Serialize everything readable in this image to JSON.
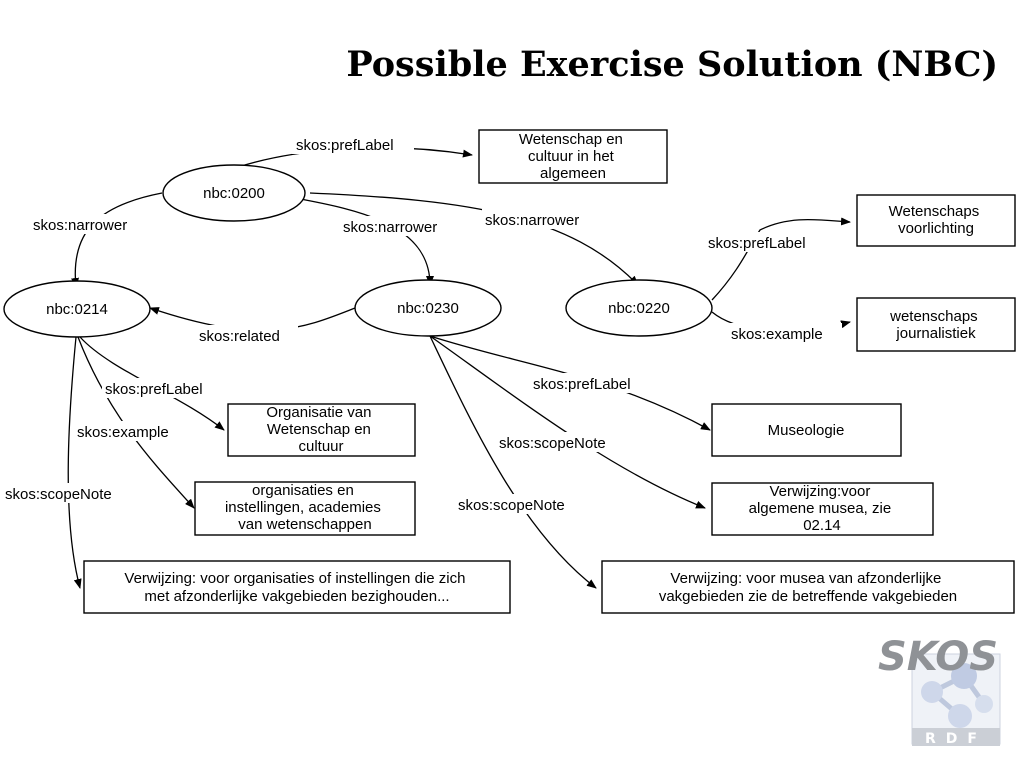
{
  "title": "Possible Exercise Solution (NBC)",
  "nodes": {
    "n0200": "nbc:0200",
    "n0214": "nbc:0214",
    "n0230": "nbc:0230",
    "n0220": "nbc:0220"
  },
  "boxes": {
    "b_wetcult": [
      "Wetenschap en",
      "cultuur in het",
      "algemeen"
    ],
    "b_wetvoor": [
      "Wetenschaps",
      "voorlichting"
    ],
    "b_wetjour": [
      "wetenschaps",
      "journalistiek"
    ],
    "b_orgwet": [
      "Organisatie van",
      "Wetenschap en",
      "cultuur"
    ],
    "b_orginst": [
      "organisaties en",
      "instellingen, academies",
      "van wetenschappen"
    ],
    "b_verw214": [
      "Verwijzing: voor organisaties of instellingen die zich",
      "met afzonderlijke vakgebieden bezighouden..."
    ],
    "b_museo": [
      "Museologie"
    ],
    "b_verwmus": [
      "Verwijzing:voor",
      "algemene musea, zie",
      "02.14"
    ],
    "b_verw230": [
      "Verwijzing: voor musea van afzonderlijke",
      "vakgebieden zie de betreffende vakgebieden"
    ]
  },
  "edges": {
    "e1": "skos:prefLabel",
    "e2": "skos:narrower",
    "e3": "skos:narrower",
    "e4": "skos:narrower",
    "e5": "skos:related",
    "e6": "skos:prefLabel",
    "e7": "skos:example",
    "e8": "skos:prefLabel",
    "e9": "skos:example",
    "e10": "skos:scopeNote",
    "e11": "skos:prefLabel",
    "e12": "skos:scopeNote",
    "e13": "skos:scopeNote"
  },
  "logo": {
    "text": "SKOS",
    "subtext": "RDF"
  }
}
